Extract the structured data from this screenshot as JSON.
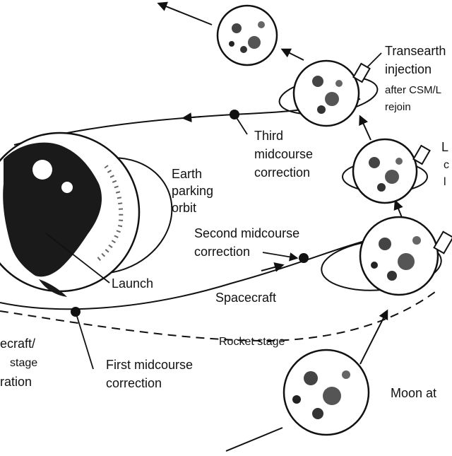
{
  "labels": {
    "transearth_line1": "Transearth",
    "transearth_line2": "injection",
    "transearth_line3": "after CSM/L",
    "transearth_line4": "rejoin",
    "third_line1": "Third",
    "third_line2": "midcourse",
    "third_line3": "correction",
    "earth_line1": "Earth",
    "earth_line2": "parking",
    "earth_line3": "orbit",
    "second_line1": "Second midcourse",
    "second_line2": "correction",
    "launch": "Launch",
    "spacecraft": "Spacecraft",
    "rocket_stage": "Rocket stage",
    "first_line1": "First midcourse",
    "first_line2": "correction",
    "sep_line1": "ecraft/",
    "sep_line2": "stage",
    "sep_line3": "ration",
    "moon_at": "Moon at",
    "cut_l1": "L",
    "cut_l2": "c",
    "cut_l3": "l"
  }
}
